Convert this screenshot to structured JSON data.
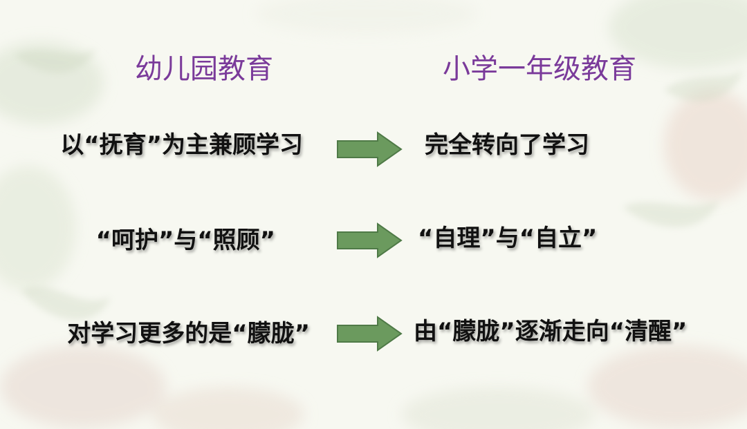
{
  "headings": {
    "left": "幼儿园教育",
    "right": "小学一年级教育"
  },
  "rows": [
    {
      "left": "以“抚育”为主兼顾学习",
      "right": "完全转向了学习"
    },
    {
      "left": "“呵护”与“照顾”",
      "right": "“自理”与“自立”"
    },
    {
      "left": "对学习更多的是“朦胧”",
      "right": "由“朦胧”逐渐走向“清醒”"
    }
  ],
  "colors": {
    "heading": "#7a3a9a",
    "arrow": "#6b9a5e",
    "arrow_border": "#4f7a47",
    "text": "#111111"
  },
  "icons": {
    "arrow": "right-arrow-icon"
  }
}
